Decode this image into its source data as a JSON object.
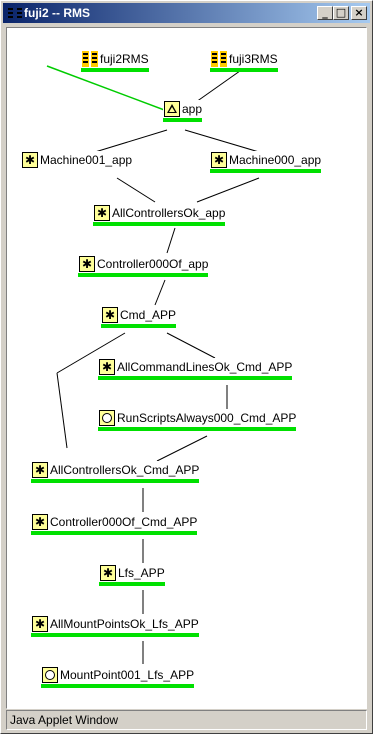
{
  "window": {
    "title": "fuji2 -- RMS"
  },
  "titlebar_buttons": {
    "minimize": "_",
    "maximize": "□",
    "close": "×"
  },
  "graph": {
    "hosts": [
      "fuji2RMS",
      "fuji3RMS"
    ],
    "nodes": [
      "app",
      "Machine001_app",
      "Machine000_app",
      "AllControllersOk_app",
      "Controller000Of_app",
      "Cmd_APP",
      "AllCommandLinesOk_Cmd_APP",
      "RunScriptsAlways000_Cmd_APP",
      "AllControllersOk_Cmd_APP",
      "Controller000Of_Cmd_APP",
      "Lfs_APP",
      "AllMountPointsOk_Lfs_APP",
      "MountPoint001_Lfs_APP"
    ],
    "colors": {
      "online": "#00e000",
      "host_link": "#00cc00",
      "edge": "#000000"
    }
  },
  "status": {
    "text": "Java Applet Window"
  }
}
